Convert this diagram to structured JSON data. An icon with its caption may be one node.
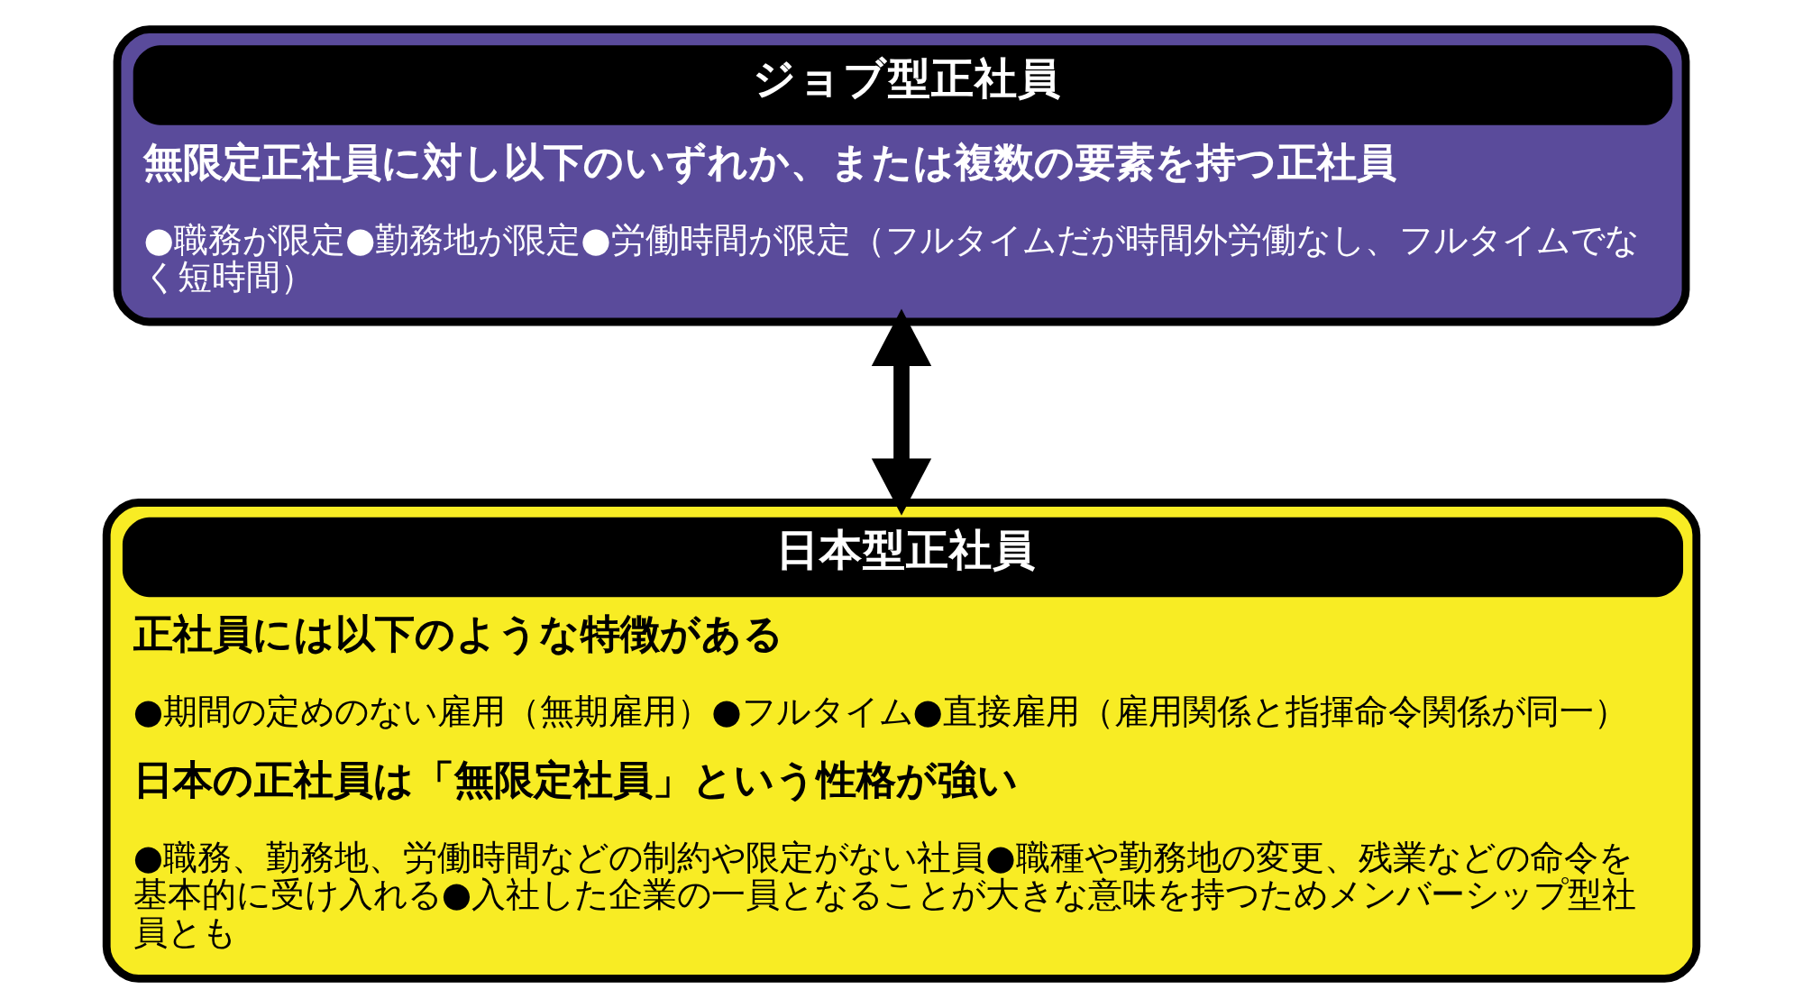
{
  "diagram": {
    "nodes": [
      {
        "text": [
          "ジョブ型正社員",
          "無限定正社員に対し以下のいずれか、または複数の要素を持つ正社員",
          "●職務が限定●勤務地が限定●労働時間が限定（フルタイムだが時間外労働なし、フルタイムでなく短時間）"
        ]
      },
      {
        "text": [
          "日本型正社員",
          "正社員には以下のような特徴がある",
          "●期間の定めのない雇用（無期雇用）●フルタイム●直接雇用（雇用関係と指揮命令関係が同一）",
          "日本の正社員は「無限定社員」という性格が強い",
          "●職務、勤務地、労働時間などの制約や限定がない社員●職種や勤務地の変更、残業などの命令を基本的に受け入れる●入社した企業の一員となることが大きな意味を持つためメンバーシップ型社員とも"
        ]
      }
    ],
    "edges": [
      {
        "from": 0,
        "to": 1,
        "arrow": "both"
      }
    ]
  }
}
